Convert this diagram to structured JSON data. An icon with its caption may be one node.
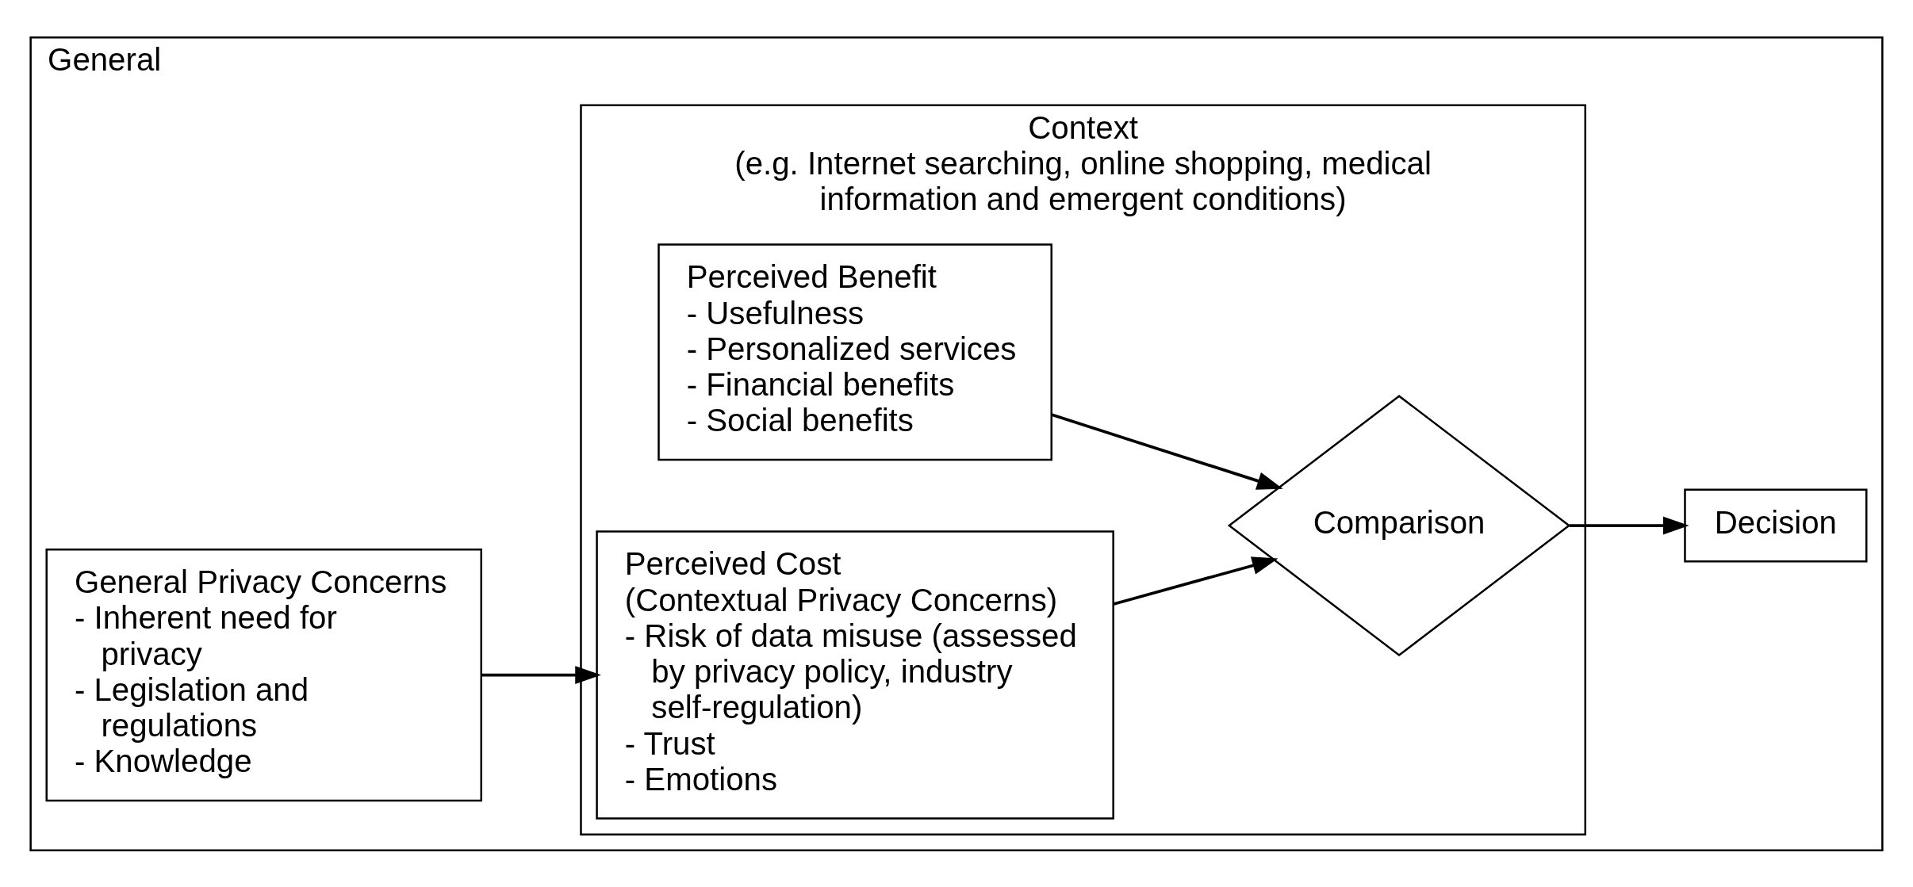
{
  "diagram": {
    "nodes": [
      {
        "text": [
          "General"
        ]
      },
      {
        "text": [
          "Context",
          "(e.g. Internet searching, online shopping, medical information and emergent conditions)"
        ],
        "in": 0
      },
      {
        "text": [
          "Perceived Benefit",
          "- Usefulness",
          "- Personalized services",
          "- Financial benefits",
          "- Social benefits"
        ],
        "in": 1
      },
      {
        "text": [
          "Perceived Cost",
          "(Contextual Privacy Concerns)",
          "- Risk of data misuse (assessed by privacy policy, industry self-regulation)",
          "- Trust",
          "- Emotions"
        ],
        "in": 1
      },
      {
        "text": [
          "Comparison"
        ],
        "in": 1
      },
      {
        "text": [
          "General Privacy Concerns",
          "- Inherent need for privacy",
          "- Legislation and regulations",
          "- Knowledge"
        ],
        "in": 0
      },
      {
        "text": [
          "Decision"
        ],
        "in": 0
      }
    ],
    "edges": [
      {
        "from": 5,
        "to": 3,
        "arrow": "to"
      },
      {
        "from": 2,
        "to": 4,
        "arrow": "to"
      },
      {
        "from": 3,
        "to": 4,
        "arrow": "to"
      },
      {
        "from": 4,
        "to": 6,
        "arrow": "to"
      }
    ]
  }
}
